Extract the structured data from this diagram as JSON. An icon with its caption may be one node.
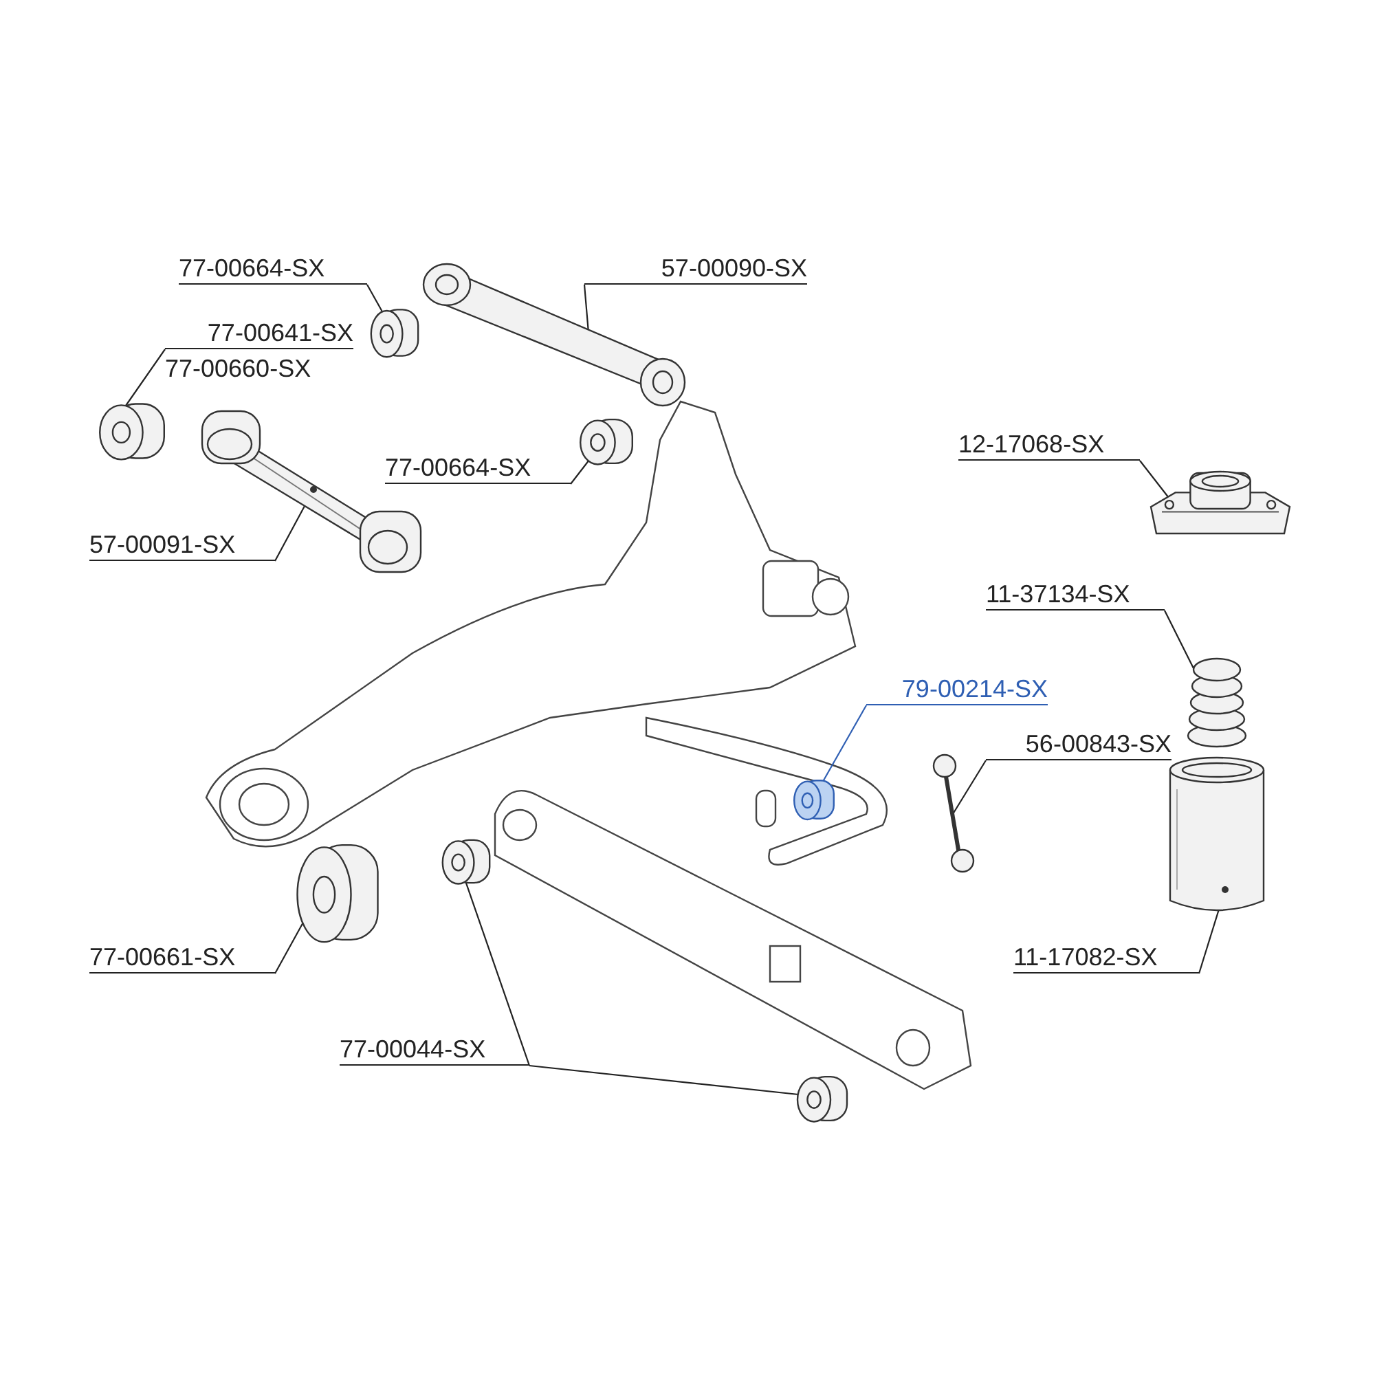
{
  "diagram": {
    "nodes": [
      {
        "text": [
          "77-00664-SX"
        ]
      },
      {
        "text": [
          "57-00090-SX"
        ]
      },
      {
        "text": [
          "77-00641-SX"
        ]
      },
      {
        "text": [
          "77-00664-SX"
        ]
      },
      {
        "text": [
          "57-00091-SX"
        ]
      },
      {
        "text": [
          "12-17068-SX"
        ]
      },
      {
        "text": [
          "11-37134-SX"
        ]
      },
      {
        "text": [
          "79-00214-SX"
        ]
      },
      {
        "text": [
          "56-00843-SX"
        ]
      },
      {
        "text": [
          "77-00661-SX"
        ]
      },
      {
        "text": [
          "11-17082-SX"
        ]
      },
      {
        "text": [
          "77-00044-SX"
        ]
      },
      {
        "text": [],
        "shape": "picture"
      },
      {
        "text": [],
        "shape": "picture"
      },
      {
        "text": [],
        "shape": "picture"
      },
      {
        "text": [],
        "shape": "picture"
      },
      {
        "text": [],
        "shape": "picture"
      },
      {
        "text": [],
        "shape": "picture"
      },
      {
        "text": [],
        "shape": "picture"
      },
      {
        "text": [],
        "shape": "picture"
      },
      {
        "text": [],
        "shape": "picture"
      },
      {
        "text": [],
        "shape": "picture"
      },
      {
        "text": [],
        "shape": "picture"
      },
      {
        "text": [],
        "shape": "picture"
      },
      {
        "text": [],
        "shape": "picture"
      }
    ],
    "edges": [
      {
        "from": 0,
        "to": 12,
        "arrow": "none"
      },
      {
        "from": 1,
        "to": 13,
        "arrow": "none"
      },
      {
        "from": 2,
        "to": 14,
        "arrow": "none"
      },
      {
        "from": 3,
        "to": 15,
        "arrow": "none"
      },
      {
        "from": 4,
        "to": 16,
        "arrow": "none"
      },
      {
        "from": 5,
        "to": 17,
        "arrow": "none"
      },
      {
        "from": 6,
        "to": 18,
        "arrow": "none"
      },
      {
        "from": 7,
        "to": 19,
        "arrow": "none",
        "color": "#2f5fb3"
      },
      {
        "from": 8,
        "to": 20,
        "arrow": "none"
      },
      {
        "from": 9,
        "to": 21,
        "arrow": "none"
      },
      {
        "from": 10,
        "to": 22,
        "arrow": "none"
      },
      {
        "from": 11,
        "to": 23,
        "arrow": "none"
      },
      {
        "from": 11,
        "to": 24,
        "arrow": "none"
      }
    ],
    "labels": [
      "77-00660-SX"
    ]
  }
}
